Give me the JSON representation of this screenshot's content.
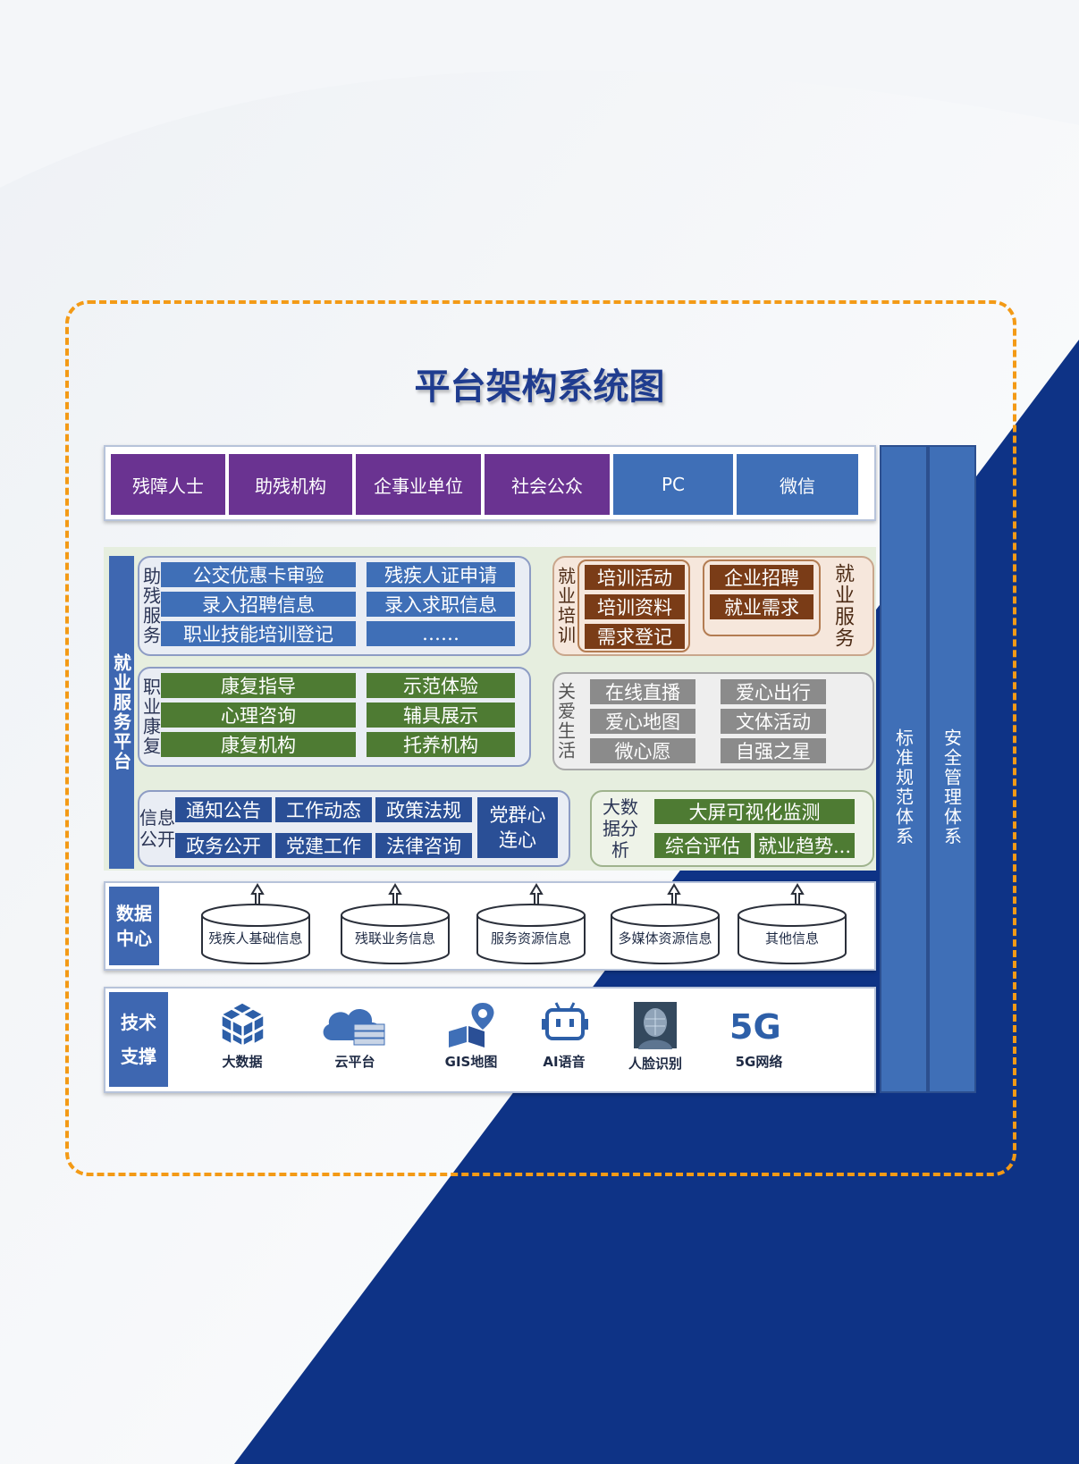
{
  "title": "平台架构系统图",
  "users": {
    "items": [
      "残障人士",
      "助残机构",
      "企事业单位",
      "社会公众"
    ],
    "channels": [
      "PC",
      "微信"
    ]
  },
  "platform_label": "就业服务平台",
  "assist": {
    "label": "助残服务",
    "left": [
      "公交优惠卡审验",
      "录入招聘信息",
      "职业技能培训登记"
    ],
    "right": [
      "残疾人证申请",
      "录入求职信息",
      "……"
    ]
  },
  "training": {
    "label": "就业培训",
    "items": [
      "培训活动",
      "培训资料",
      "需求登记"
    ]
  },
  "employment": {
    "label": "就业服务",
    "items": [
      "企业招聘",
      "就业需求"
    ]
  },
  "rehab": {
    "label": "职业康复",
    "left": [
      "康复指导",
      "心理咨询",
      "康复机构"
    ],
    "right": [
      "示范体验",
      "辅具展示",
      "托养机构"
    ]
  },
  "care": {
    "label": "关爱生活",
    "left": [
      "在线直播",
      "爱心地图",
      "微心愿"
    ],
    "right": [
      "爱心出行",
      "文体活动",
      "自强之星"
    ]
  },
  "info": {
    "label": "信息公开",
    "row1": [
      "通知公告",
      "工作动态",
      "政策法规"
    ],
    "row2": [
      "政务公开",
      "党建工作",
      "法律咨询"
    ],
    "party": "党群心连心"
  },
  "bigdata": {
    "label": "大数据分析",
    "top": "大屏可视化监测",
    "bottom": [
      "综合评估",
      "就业趋势..."
    ]
  },
  "data_center": {
    "label": "数据中心",
    "items": [
      "残疾人基础信息",
      "残联业务信息",
      "服务资源信息",
      "多媒体资源信息",
      "其他信息"
    ]
  },
  "tech": {
    "label": "技术支撑",
    "items": [
      {
        "icon": "cube-grid-icon",
        "label": "大数据"
      },
      {
        "icon": "cloud-icon",
        "label": "云平台"
      },
      {
        "icon": "map-pin-icon",
        "label": "GIS地图"
      },
      {
        "icon": "robot-icon",
        "label": "AI语音"
      },
      {
        "icon": "face-scan-icon",
        "label": "人脸识别"
      },
      {
        "icon": "five-g-icon",
        "label": "5G网络"
      }
    ]
  },
  "side": {
    "standard": "标准规范体系",
    "security": "安全管理体系"
  },
  "colors": {
    "purple": "#6a3391",
    "blue": "#3f6fb7",
    "green": "#4e7b33",
    "brown": "#7a3c17",
    "gray": "#8b8b8b",
    "navy_bg": "#0e3386",
    "dashed_orange": "#f39a16"
  }
}
